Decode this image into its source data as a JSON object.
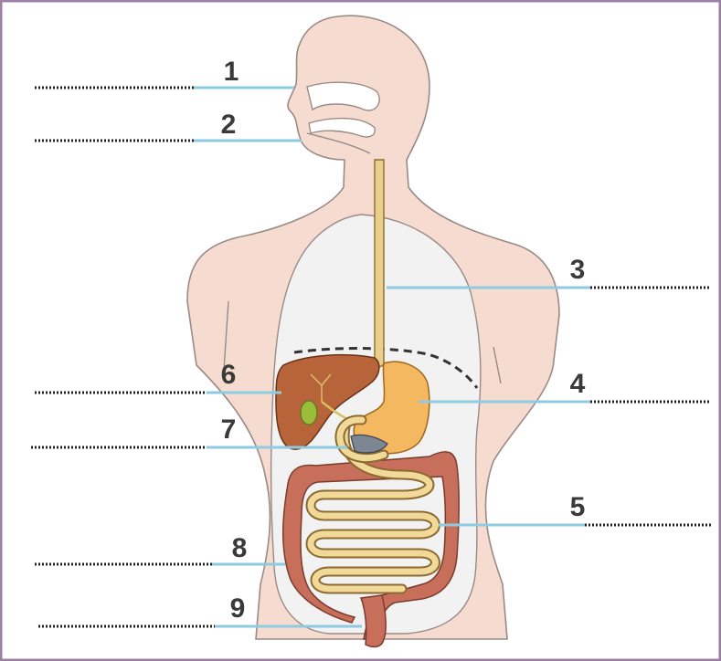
{
  "diagram": {
    "labels": [
      {
        "number": "1",
        "structure": "nasal-cavity"
      },
      {
        "number": "2",
        "structure": "mouth"
      },
      {
        "number": "3",
        "structure": "oesophagus"
      },
      {
        "number": "4",
        "structure": "stomach"
      },
      {
        "number": "5",
        "structure": "small-intestine"
      },
      {
        "number": "6",
        "structure": "liver"
      },
      {
        "number": "7",
        "structure": "pancreas"
      },
      {
        "number": "8",
        "structure": "large-intestine"
      },
      {
        "number": "9",
        "structure": "rectum"
      }
    ],
    "colors": {
      "skin": "#f6dcd0",
      "skin_outline": "#9a8a86",
      "cavity": "#f2f2f2",
      "liver": "#b8643a",
      "gallbladder": "#9bbd3c",
      "stomach": "#f4b860",
      "oesophagus": "#e8cf8a",
      "small_intestine": "#f1d99a",
      "large_intestine": "#c86f5c",
      "pancreas": "#7d8794",
      "leader_line": "#8fcbe0",
      "answer_line": "#222222",
      "frame": "#9b7fa6"
    }
  }
}
